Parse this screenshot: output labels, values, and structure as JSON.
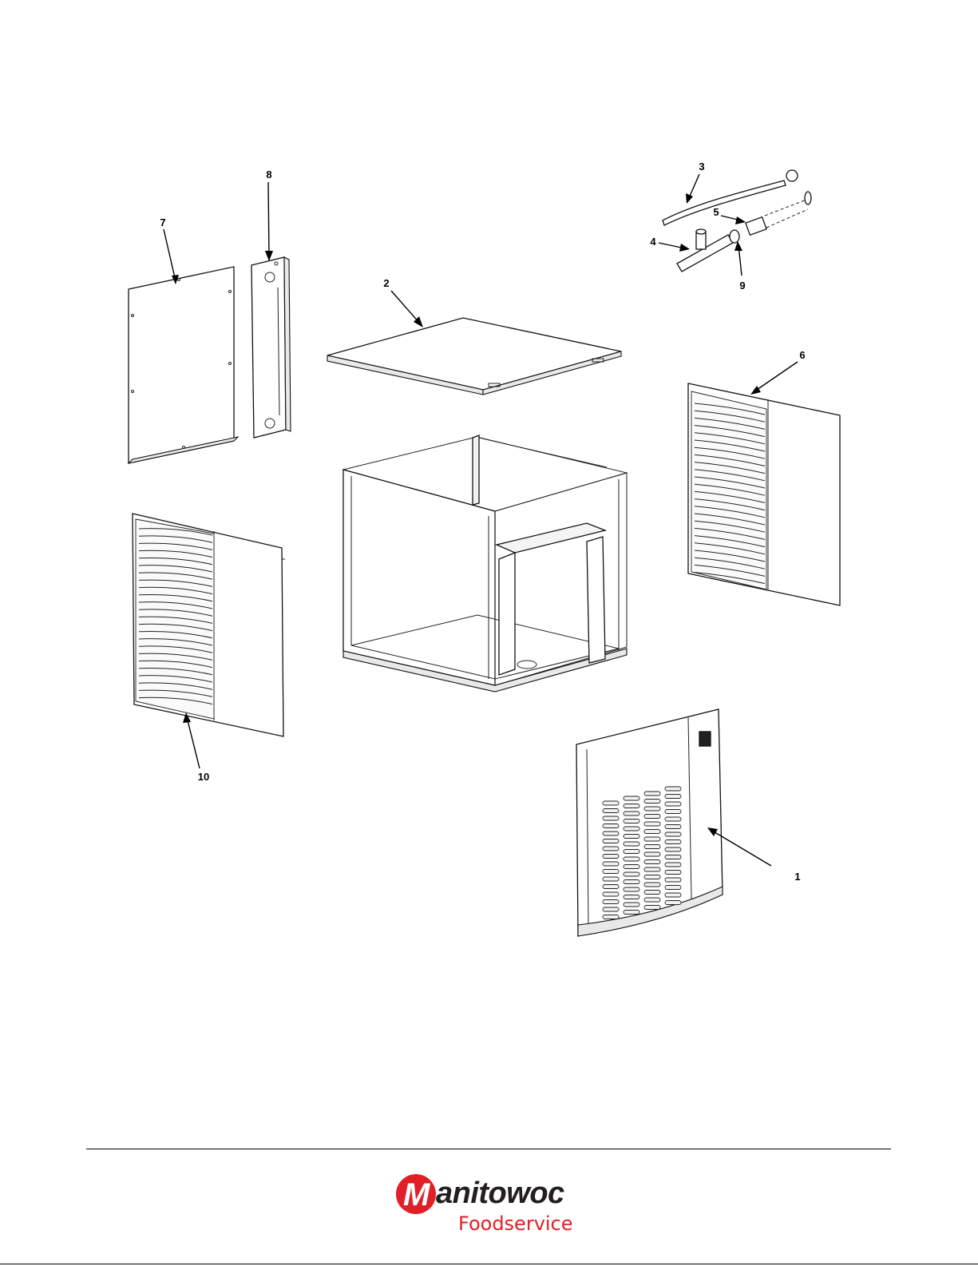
{
  "callouts": [
    {
      "id": "1",
      "label": "1"
    },
    {
      "id": "2",
      "label": "2"
    },
    {
      "id": "3",
      "label": "3"
    },
    {
      "id": "4",
      "label": "4"
    },
    {
      "id": "5",
      "label": "5"
    },
    {
      "id": "6",
      "label": "6"
    },
    {
      "id": "7",
      "label": "7"
    },
    {
      "id": "8",
      "label": "8"
    },
    {
      "id": "9",
      "label": "9"
    },
    {
      "id": "10",
      "label": "10"
    }
  ],
  "footer": {
    "logo_initial": "M",
    "logo_word": "anitowoc",
    "logo_sub": "Foodservice",
    "brand_color": "#e11f26",
    "text_color": "#231f20"
  }
}
